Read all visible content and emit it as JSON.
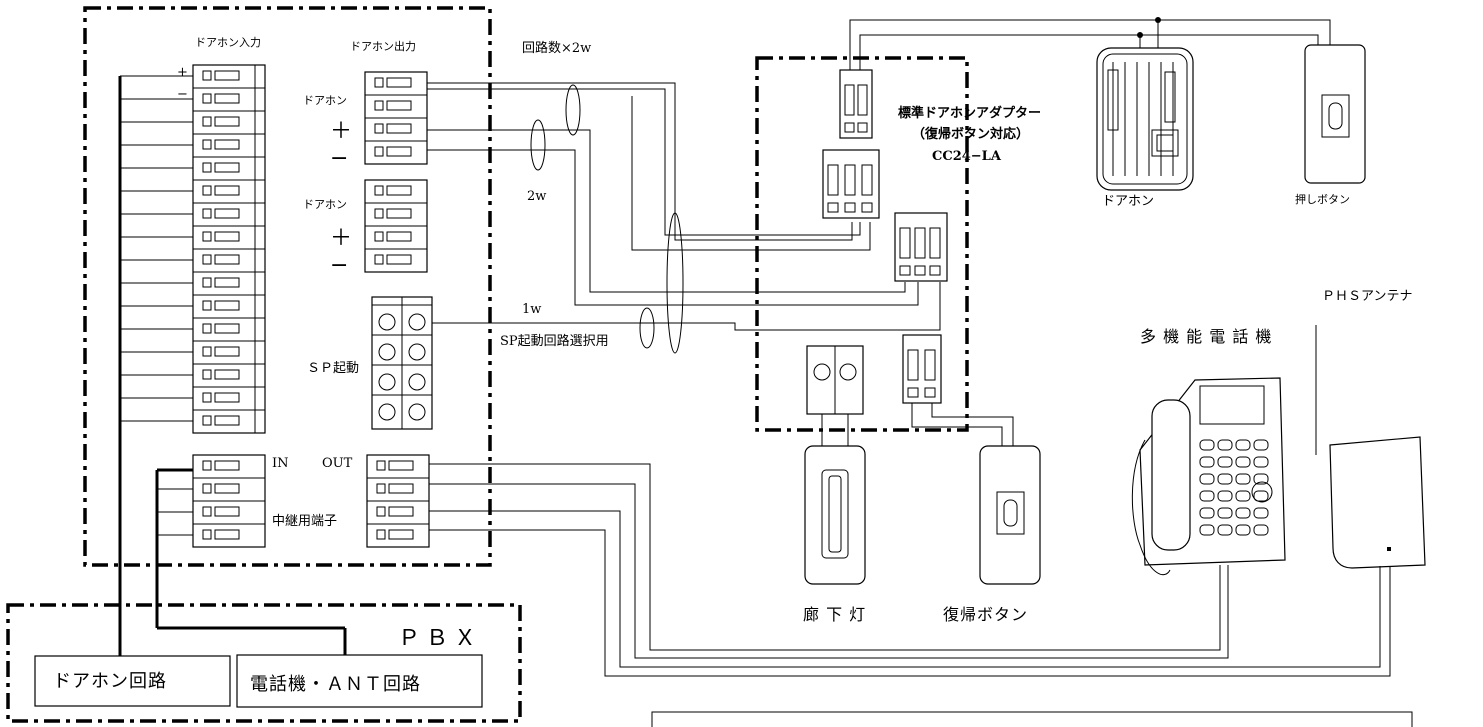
{
  "labels": {
    "door_in": "ドアホン入力",
    "door_out": "ドアホン出力",
    "door_a": "ドアホン",
    "door_b": "ドアホン",
    "plus": "+",
    "minus": "−",
    "plus_big": "＋",
    "minus_big": "−",
    "sp_start": "ＳＰ起動",
    "in": "IN",
    "out": "OUT",
    "relay": "中継用端子",
    "circuits_2w": "回路数×2w",
    "w2": "2w",
    "w1": "1w",
    "sp_select": "SP起動回路選択用",
    "adapter_line1": "標準ドアホンアダプター",
    "adapter_line2": "（復帰ボタン対応）",
    "adapter_line3": "CC24−LA",
    "doorphone": "ドアホン",
    "push_button": "押しボタン",
    "multi_phone": "多 機 能 電 話 機",
    "phs_antenna": "ＰＨＳアンテナ",
    "corridor_light": "廊 下 灯",
    "reset_button": "復帰ボタン",
    "pbx": "ＰＢＸ",
    "door_circuit": "ドアホン回路",
    "phone_ant_circuit": "電話機・ＡＮＴ回路"
  }
}
